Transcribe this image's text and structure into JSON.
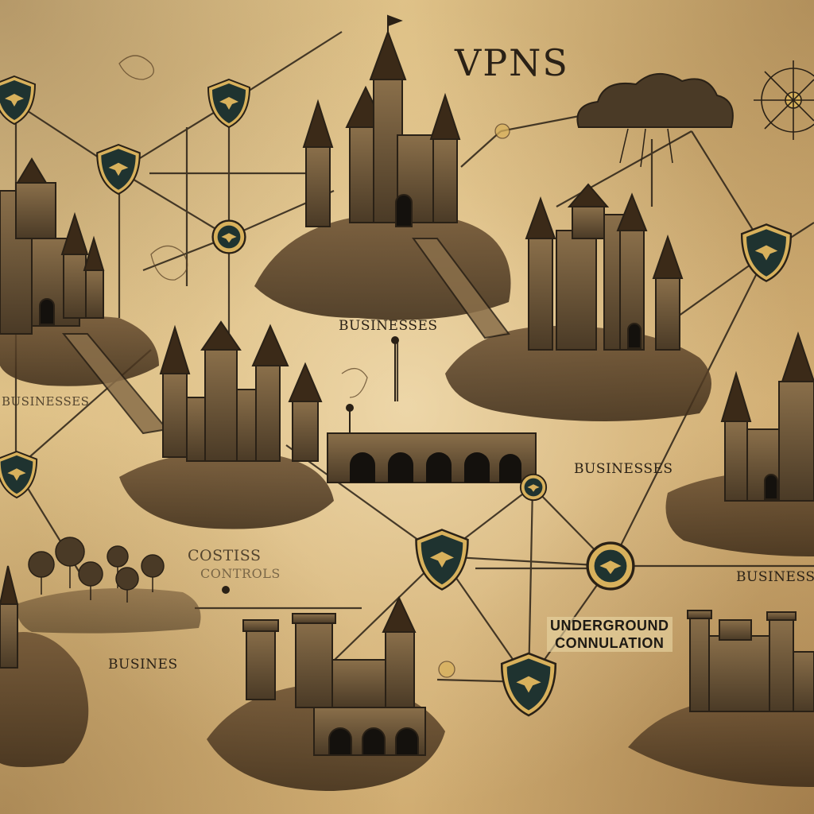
{
  "title": "VPNS",
  "labels": {
    "business_center": "BUSINESSES",
    "business_left": "BUSINESSES",
    "business_right": "BUSINESSES",
    "business_far_right": "BUSINESS",
    "business_bottom_left": "BUSINES",
    "costs_line1": "COSTISS",
    "costs_line2": "CONTROLS",
    "underground_line1": "UNDERGROUND",
    "underground_line2": "CONNULATION"
  },
  "colors": {
    "parchment": "#d9bb82",
    "ink": "#2a2116",
    "shield_fill": "#1f3330",
    "shield_rim": "#d8b15c"
  }
}
